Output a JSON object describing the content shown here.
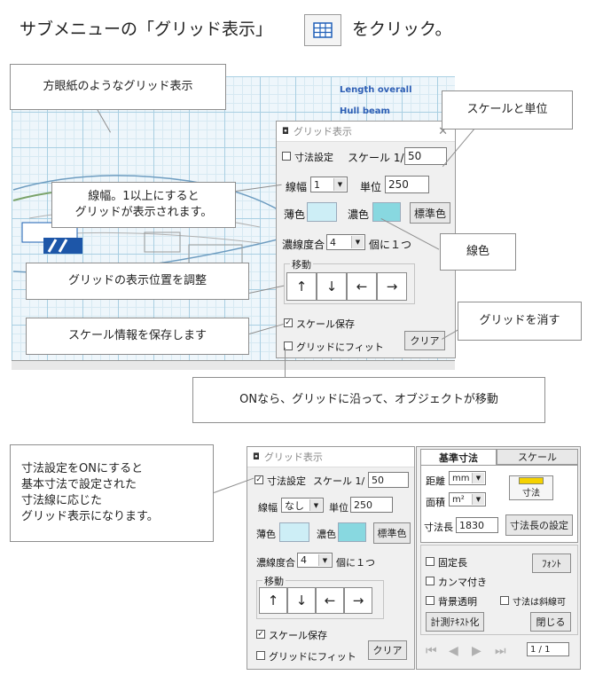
{
  "header": {
    "before": "サブメニューの「グリッド表示」",
    "after": "をクリック。",
    "icon": "grid-icon"
  },
  "background": {
    "length_label": "Length overall",
    "hull_label": "Hull beam"
  },
  "dialog_top": {
    "title": "グリッド表示",
    "dimension_setting_label": "寸法設定",
    "dimension_setting_checked": false,
    "scale_label": "スケール 1/",
    "scale_value": "50",
    "line_width_label": "線幅",
    "line_width_value": "1",
    "unit_label": "単位",
    "unit_value": "250",
    "light_color_label": "薄色",
    "dark_color_label": "濃色",
    "standard_color_button": "標準色",
    "density_label": "濃線度合",
    "density_value": "4",
    "density_suffix": "個に１つ",
    "move_group_label": "移動",
    "move_buttons": [
      "↑",
      "↓",
      "←",
      "→"
    ],
    "save_scale_label": "スケール保存",
    "save_scale_checked": true,
    "fit_grid_label": "グリッドにフィット",
    "fit_grid_checked": false,
    "clear_button": "クリア"
  },
  "callouts": {
    "grid_display": "方眼紙のようなグリッド表示",
    "scale_unit": "スケールと単位",
    "line_width": "線幅。1以上にすると\nグリッドが表示されます。",
    "line_color": "線色",
    "position_adjust": "グリッドの表示位置を調整",
    "clear_grid": "グリッドを消す",
    "save_scale": "スケール情報を保存します",
    "fit_on": "ONなら、グリッドに沿って、オブジェクトが移動",
    "dimension_on": "寸法設定をONにすると\n基本寸法で設定された\n寸法線に応じた\nグリッド表示になります。"
  },
  "dialog_bottom": {
    "title": "グリッド表示",
    "dimension_setting_label": "寸法設定",
    "dimension_setting_checked": true,
    "scale_label": "スケール 1/",
    "scale_value": "50",
    "line_width_label": "線幅",
    "line_width_value": "なし",
    "unit_label": "単位",
    "unit_value": "250",
    "light_color_label": "薄色",
    "dark_color_label": "濃色",
    "standard_color_button": "標準色",
    "density_label": "濃線度合",
    "density_value": "4",
    "density_suffix": "個に１つ",
    "move_group_label": "移動",
    "move_buttons": [
      "↑",
      "↓",
      "←",
      "→"
    ],
    "save_scale_label": "スケール保存",
    "save_scale_checked": true,
    "fit_grid_label": "グリッドにフィット",
    "fit_grid_checked": false,
    "clear_button": "クリア"
  },
  "dim_panel": {
    "tabs": [
      "基準寸法",
      "スケール"
    ],
    "distance_label": "距離",
    "distance_unit": "mm",
    "area_label": "面積",
    "area_unit": "m²",
    "dimension_button": "寸法",
    "length_label": "寸法長",
    "length_value": "1830",
    "length_setting_button": "寸法長の設定",
    "fixed_length_label": "固定長",
    "comma_label": "カンマ付き",
    "bg_transparent_label": "背景透明",
    "slanted_label": "寸法は斜線可",
    "font_button": "ﾌｫﾝﾄ",
    "measure_text_button": "計測ﾃｷｽﾄ化",
    "close_button": "閉じる",
    "page_indicator": "1 / 1"
  }
}
